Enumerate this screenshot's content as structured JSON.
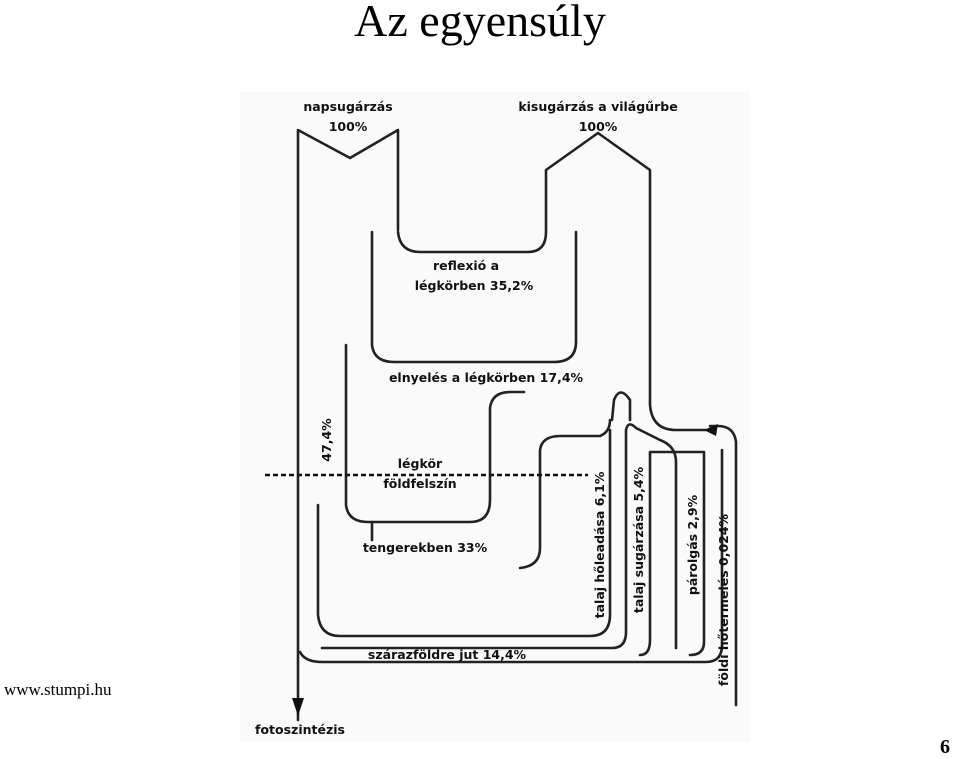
{
  "slide": {
    "title": "Az egyensúly",
    "website": "www.stumpi.hu",
    "page_number": "6"
  },
  "diagram": {
    "labels": {
      "napsugarzas": "napsugárzás",
      "napsugarzas_pct": "100%",
      "kisugarzas": "kisugárzás a világűrbe",
      "kisugarzas_pct": "100%",
      "reflexio_1": "reflexió a",
      "reflexio_2": "légkörben 35,2%",
      "elnyeles": "elnyelés a légkörben 17,4%",
      "pct_47": "47,4%",
      "legkor": "légkör",
      "foldfelszin": "földfelszín",
      "tengerekben": "tengerekben 33%",
      "szarazfoldre": "szárazföldre jut 14,4%",
      "fotoszintezis": "fotoszintézis",
      "talaj_hoead": "talaj hőleadása 6,1%",
      "talaj_sugarzas": "talaj sugárzása 5,4%",
      "parolgas": "párolgás 2,9%",
      "foldi_hotermeles": "földi hőtermelés 0,024%"
    }
  }
}
